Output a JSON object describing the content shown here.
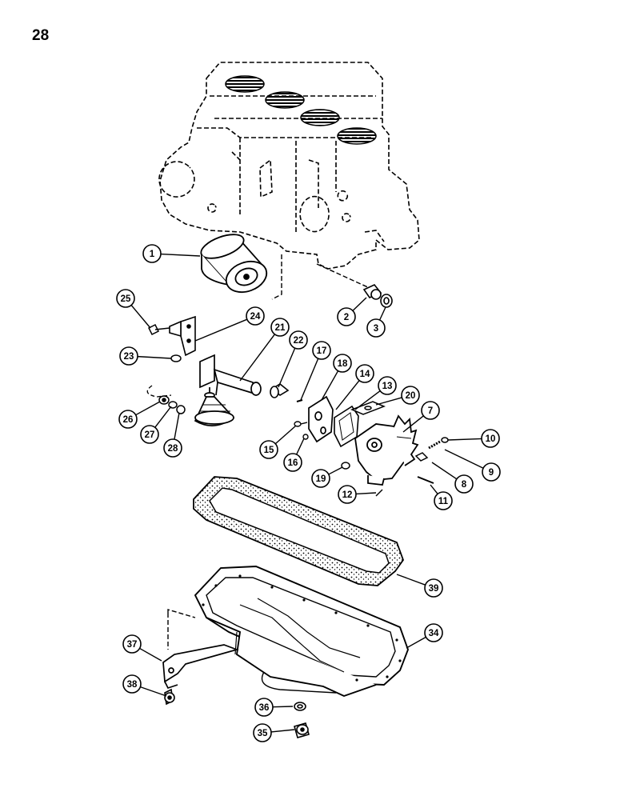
{
  "page_number": "28",
  "callouts": [
    "1",
    "2",
    "3",
    "7",
    "8",
    "9",
    "10",
    "11",
    "12",
    "13",
    "14",
    "15",
    "16",
    "17",
    "18",
    "19",
    "20",
    "21",
    "22",
    "23",
    "24",
    "25",
    "26",
    "27",
    "28",
    "34",
    "35",
    "36",
    "37",
    "38",
    "39"
  ],
  "colors": {
    "ink": "#000000",
    "paper": "#ffffff"
  }
}
